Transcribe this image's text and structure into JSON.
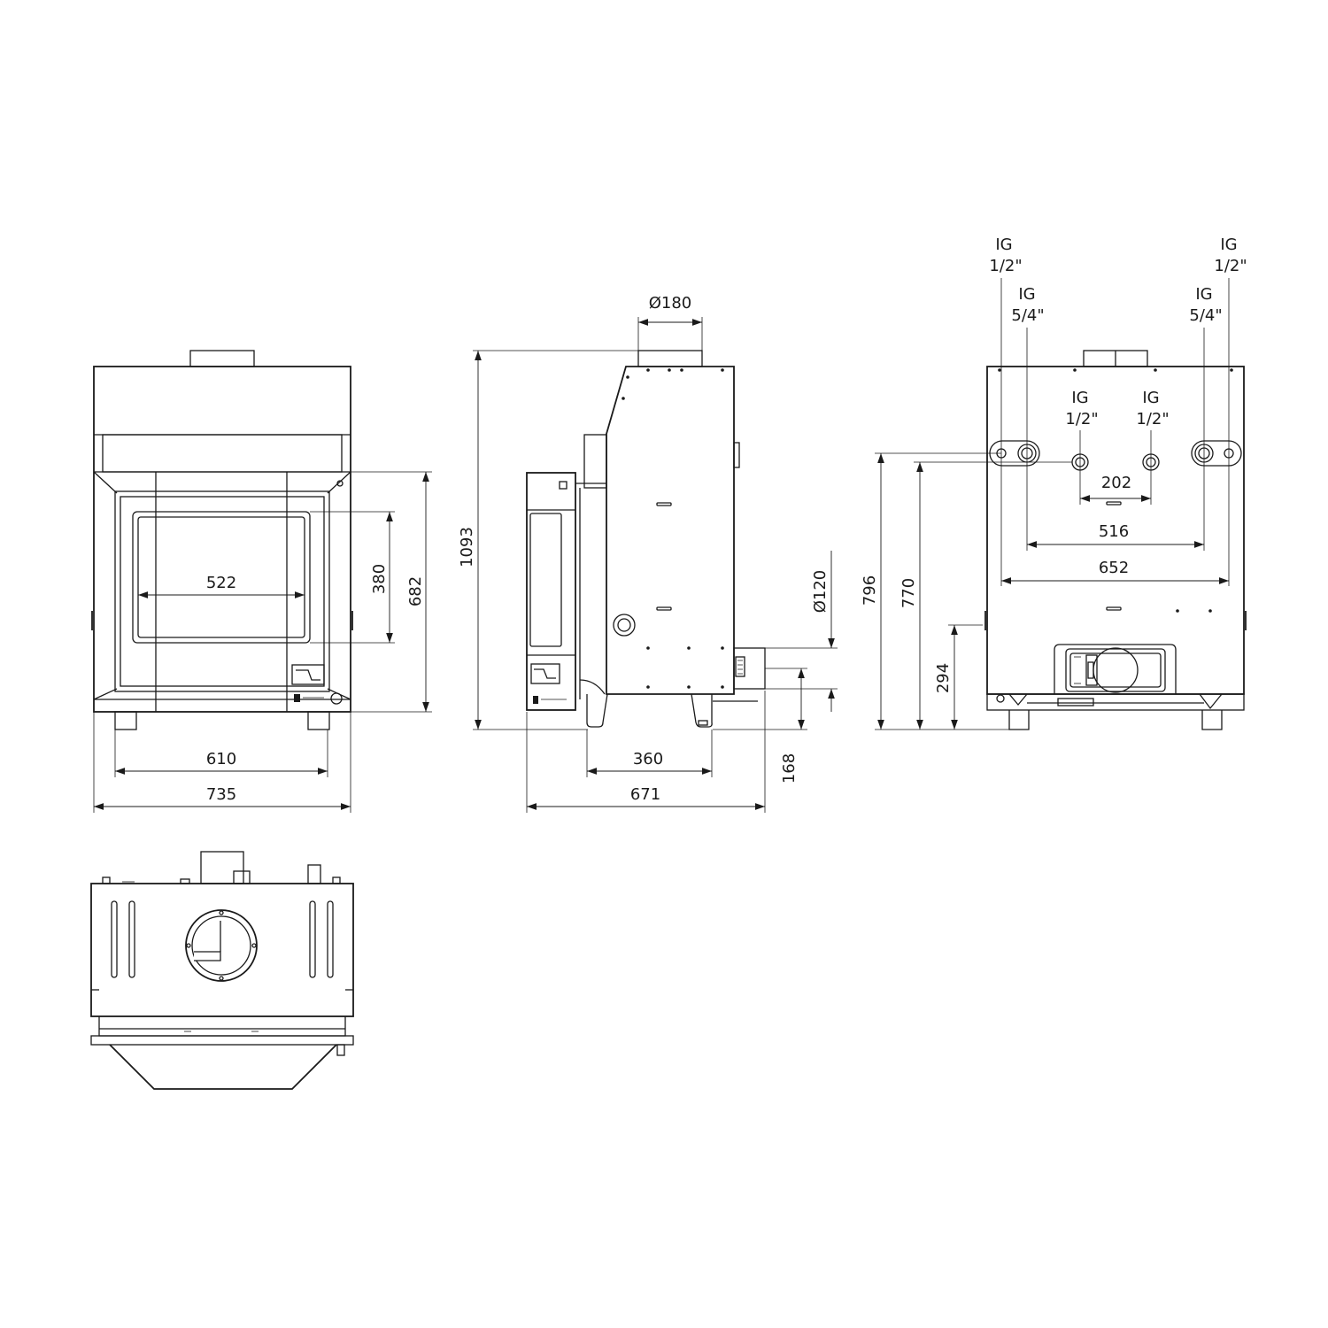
{
  "front_view": {
    "dims": {
      "glass_width": "522",
      "glass_height": "380",
      "door_height": "682",
      "leg_span": "610",
      "total_width": "735"
    }
  },
  "side_view": {
    "dims": {
      "flue_diameter": "Ø180",
      "total_height": "1093",
      "air_inlet_diameter": "Ø120",
      "inlet_height": "168",
      "leg_span": "360",
      "total_depth": "671"
    }
  },
  "rear_view": {
    "connections": {
      "outer_left": [
        "IG",
        "1/2\""
      ],
      "inner_left": [
        "IG",
        "5/4\""
      ],
      "center_left": [
        "IG",
        "1/2\""
      ],
      "center_right": [
        "IG",
        "1/2\""
      ],
      "inner_right": [
        "IG",
        "5/4\""
      ],
      "outer_right": [
        "IG",
        "1/2\""
      ]
    },
    "dims": {
      "center_spacing": "202",
      "inner_spacing": "516",
      "outer_spacing": "652",
      "outer_height": "796",
      "inner_height": "770",
      "outlet_height": "294"
    }
  }
}
